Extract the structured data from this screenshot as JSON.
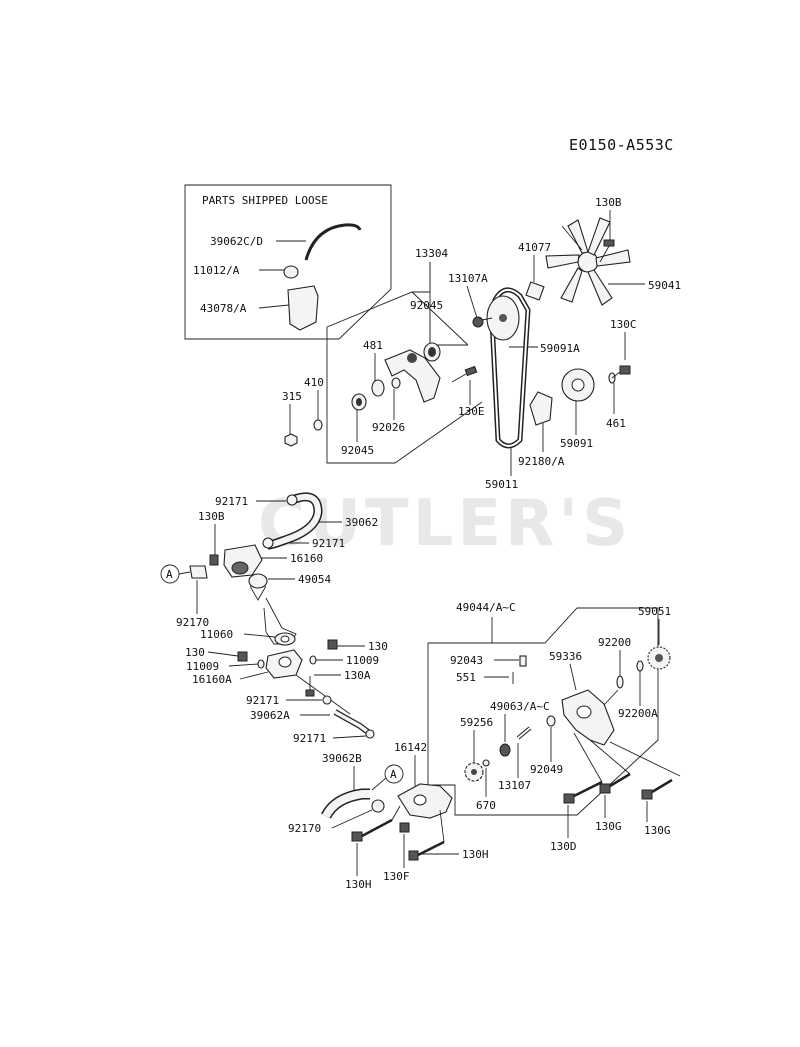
{
  "diagram_code": "E0150-A553C",
  "watermark": "CUTLER'S",
  "loose_box_title": "PARTS SHIPPED LOOSE",
  "labels": {
    "l39062CD": "39062C/D",
    "l11012A": "11012/A",
    "l43078A": "43078/A",
    "l13304": "13304",
    "l130B_top": "130B",
    "l41077": "41077",
    "l59041": "59041",
    "l13107A": "13107A",
    "l92045a": "92045",
    "l481": "481",
    "l59091A": "59091A",
    "l130C": "130C",
    "l410": "410",
    "l315": "315",
    "l92026": "92026",
    "l130E": "130E",
    "l92045b": "92045",
    "l461": "461",
    "l59091": "59091",
    "l92180A": "92180/A",
    "l59011": "59011",
    "l92171a": "92171",
    "l130B_mid": "130B",
    "l39062": "39062",
    "l92171b": "92171",
    "l16160": "16160",
    "lA1": "A",
    "l49054": "49054",
    "l92170a": "92170",
    "l11060": "11060",
    "l130a": "130",
    "l130b": "130",
    "l11009a": "11009",
    "l11009b": "11009",
    "l16160A": "16160A",
    "l130A": "130A",
    "l92171c": "92171",
    "l39062A": "39062A",
    "l92171d": "92171",
    "l49044": "49044/A~C",
    "l59051": "59051",
    "l92043": "92043",
    "l59336": "59336",
    "l92200": "92200",
    "l551": "551",
    "l49063": "49063/A~C",
    "l92200A": "92200A",
    "l59256": "59256",
    "l92049": "92049",
    "l16142": "16142",
    "l13107": "13107",
    "l39062B": "39062B",
    "lA2": "A",
    "l670": "670",
    "l92170b": "92170",
    "l130G_a": "130G",
    "l130G_b": "130G",
    "l130D": "130D",
    "l130H_a": "130H",
    "l130F": "130F",
    "l130H_b": "130H"
  }
}
